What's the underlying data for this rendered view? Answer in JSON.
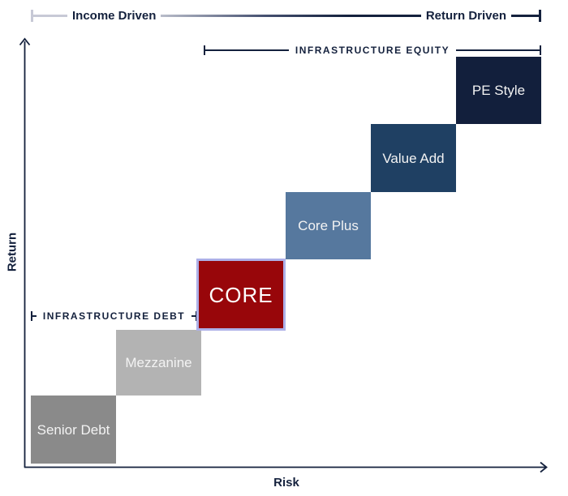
{
  "spectrum": {
    "left_label": "Income Driven",
    "right_label": "Return Driven",
    "left_color": "#c7c9d6",
    "right_color": "#14213d"
  },
  "brackets": {
    "equity_label": "INFRASTRUCTURE EQUITY",
    "debt_label": "INFRASTRUCTURE DEBT"
  },
  "axes": {
    "x_label": "Risk",
    "y_label": "Return",
    "color": "#14213d"
  },
  "boxes": [
    {
      "label": "Senior Debt",
      "color": "#8a8a8a",
      "group": "Infrastructure Debt"
    },
    {
      "label": "Mezzanine",
      "color": "#b3b3b3",
      "group": "Infrastructure Debt"
    },
    {
      "label": "CORE",
      "color": "#98060a",
      "border_color": "#adb0e8",
      "group": "Infrastructure Equity",
      "highlighted": true
    },
    {
      "label": "Core Plus",
      "color": "#56789e",
      "group": "Infrastructure Equity"
    },
    {
      "label": "Value Add",
      "color": "#1f4063",
      "group": "Infrastructure Equity"
    },
    {
      "label": "PE Style",
      "color": "#121f3c",
      "group": "Infrastructure Equity"
    }
  ],
  "chart_data": {
    "type": "scatter",
    "title": "",
    "xlabel": "Risk",
    "ylabel": "Return",
    "axis_scale": "qualitative (no numeric ticks; ordinal positions 1=lowest, 6=highest)",
    "legend_position": "none",
    "grid": false,
    "points": [
      {
        "label": "Senior Debt",
        "risk": 1,
        "return": 1,
        "group": "Infrastructure Debt",
        "style": "Income Driven end",
        "color": "#8a8a8a"
      },
      {
        "label": "Mezzanine",
        "risk": 2,
        "return": 2,
        "group": "Infrastructure Debt",
        "color": "#b3b3b3"
      },
      {
        "label": "CORE",
        "risk": 3,
        "return": 3,
        "group": "Infrastructure Equity",
        "highlighted": true,
        "color": "#98060a"
      },
      {
        "label": "Core Plus",
        "risk": 4,
        "return": 4,
        "group": "Infrastructure Equity",
        "color": "#56789e"
      },
      {
        "label": "Value Add",
        "risk": 5,
        "return": 5,
        "group": "Infrastructure Equity",
        "color": "#1f4063"
      },
      {
        "label": "PE Style",
        "risk": 6,
        "return": 6,
        "group": "Infrastructure Equity",
        "style": "Return Driven end",
        "color": "#121f3c"
      }
    ],
    "annotations": [
      {
        "text": "Income Driven",
        "position": "top-left"
      },
      {
        "text": "Return Driven",
        "position": "top-right"
      },
      {
        "text": "INFRASTRUCTURE EQUITY",
        "spans": [
          "CORE",
          "Core Plus",
          "Value Add",
          "PE Style"
        ]
      },
      {
        "text": "INFRASTRUCTURE DEBT",
        "spans": [
          "Senior Debt",
          "Mezzanine"
        ]
      }
    ]
  }
}
